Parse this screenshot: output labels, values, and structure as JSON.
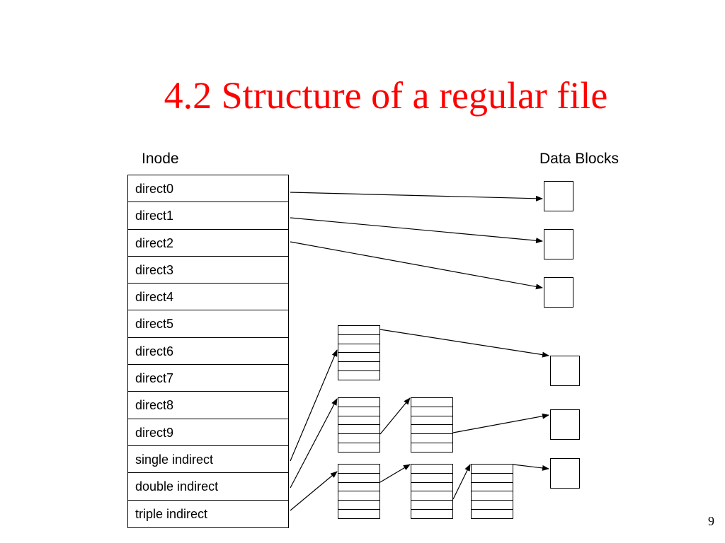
{
  "title": "4.2 Structure of a regular file",
  "title_color": "#ff0000",
  "inode_header": "Inode",
  "data_header": "Data Blocks",
  "inode_rows": [
    "direct0",
    "direct1",
    "direct2",
    "direct3",
    "direct4",
    "direct5",
    "direct6",
    "direct7",
    "direct8",
    "direct9",
    "single indirect",
    "double indirect",
    "triple indirect"
  ],
  "page_number": "9"
}
